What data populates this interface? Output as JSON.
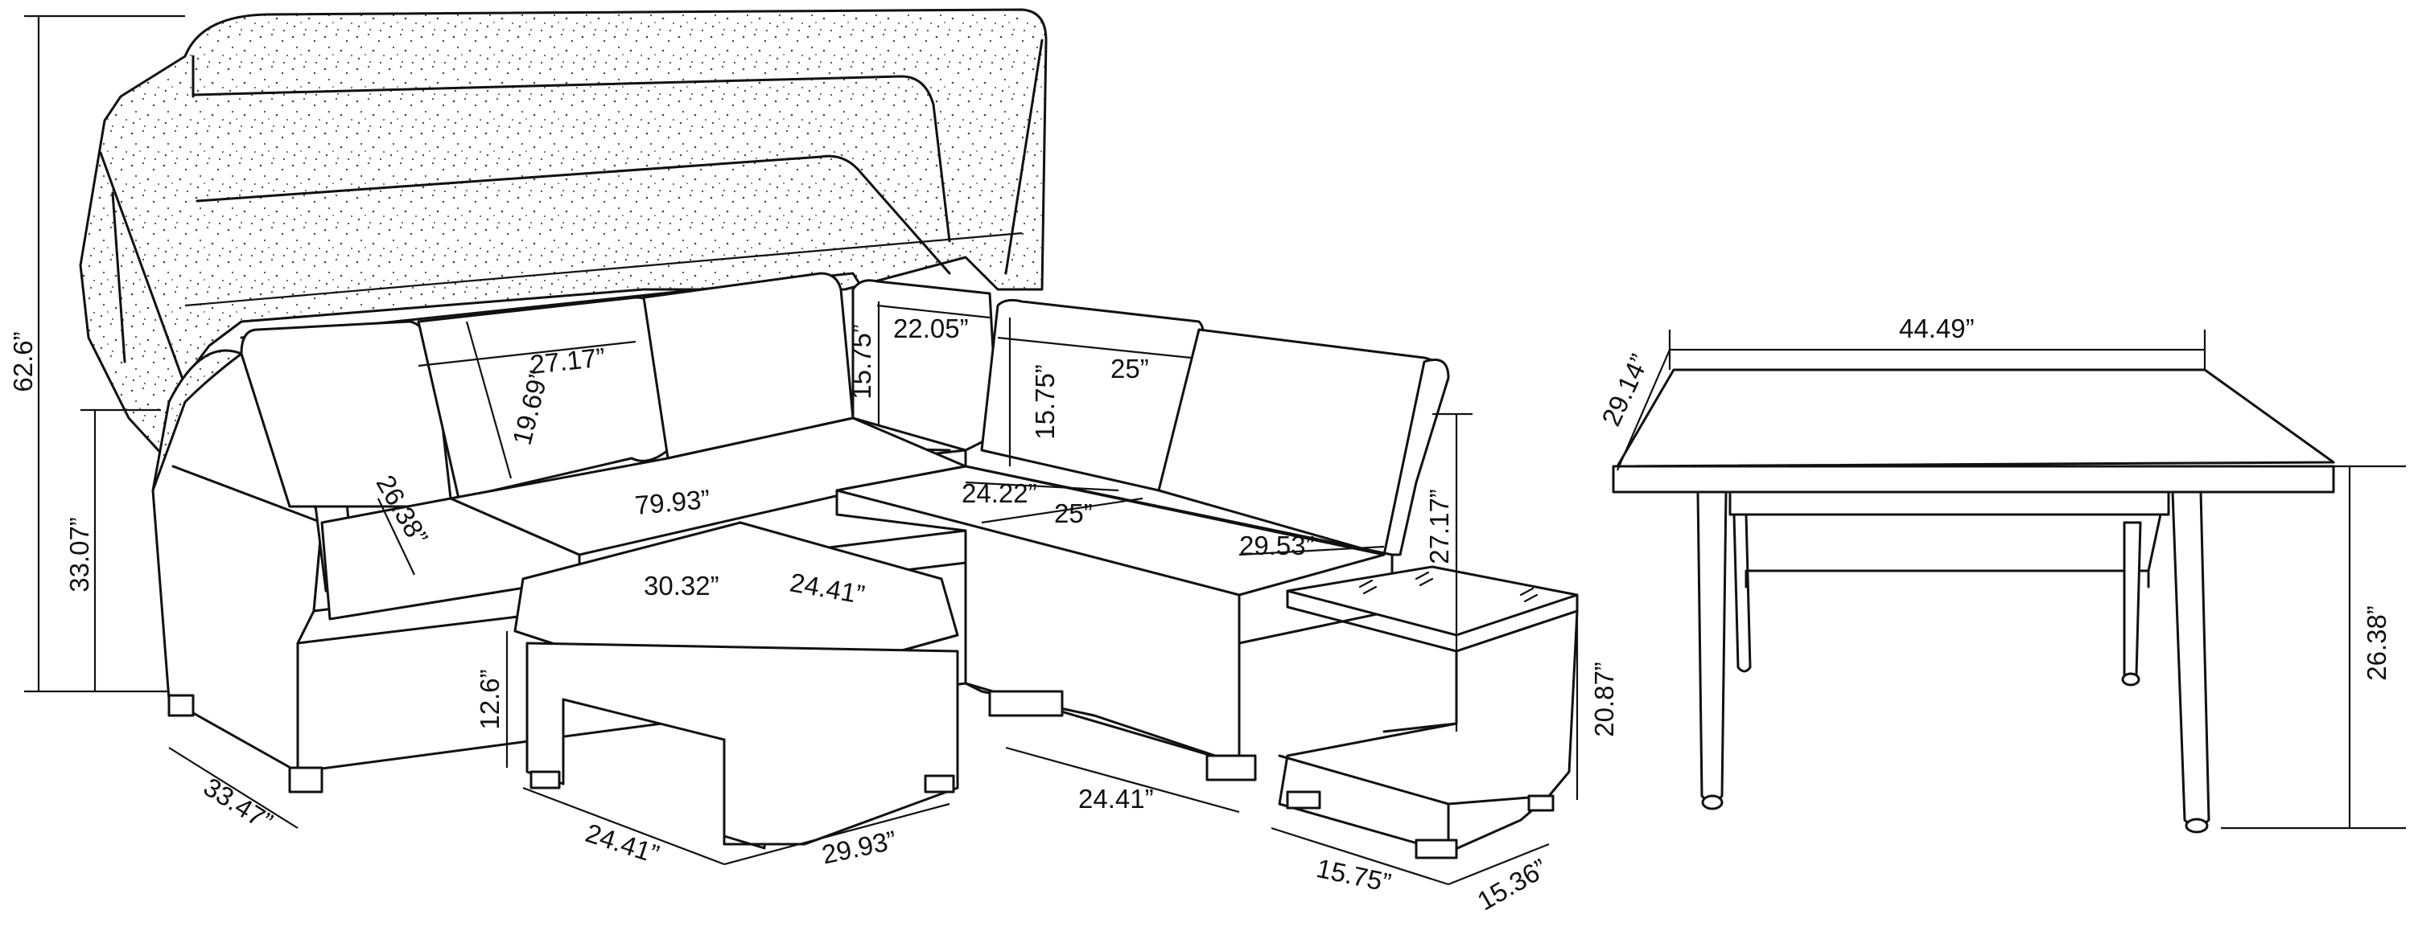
{
  "diagram": {
    "colors": {
      "line": "#111111",
      "background": "#ffffff"
    },
    "dimensions": {
      "canopy_height": "62.6”",
      "canopy_width": "79.93”",
      "back_cushion_width": "27.17”",
      "back_cushion_height": "19.69”",
      "corner_back_height": "15.75”",
      "corner_width": "22.05”",
      "right_back_height": "15.75”",
      "right_back_width": "25”",
      "arm_width": "26.38”",
      "seat_depth_a": "24.22”",
      "seat_depth_b": "25”",
      "chaise_depth": "29.53”",
      "sofa_height": "33.07”",
      "sofa_depth": "33.47”",
      "ottoman_top_length": "30.32”",
      "ottoman_top_width": "24.41”",
      "ottoman_height": "12.6”",
      "ottoman_base_width": "24.41”",
      "ottoman_base_length": "29.93”",
      "right_section_depth": "24.41”",
      "side_table_height": "27.17”",
      "side_table_shelf_height": "20.87”",
      "side_table_width": "15.75”",
      "side_table_depth": "15.36”",
      "dining_table_length": "44.49”",
      "dining_table_width": "29.14”",
      "dining_table_height": "26.38”"
    }
  }
}
